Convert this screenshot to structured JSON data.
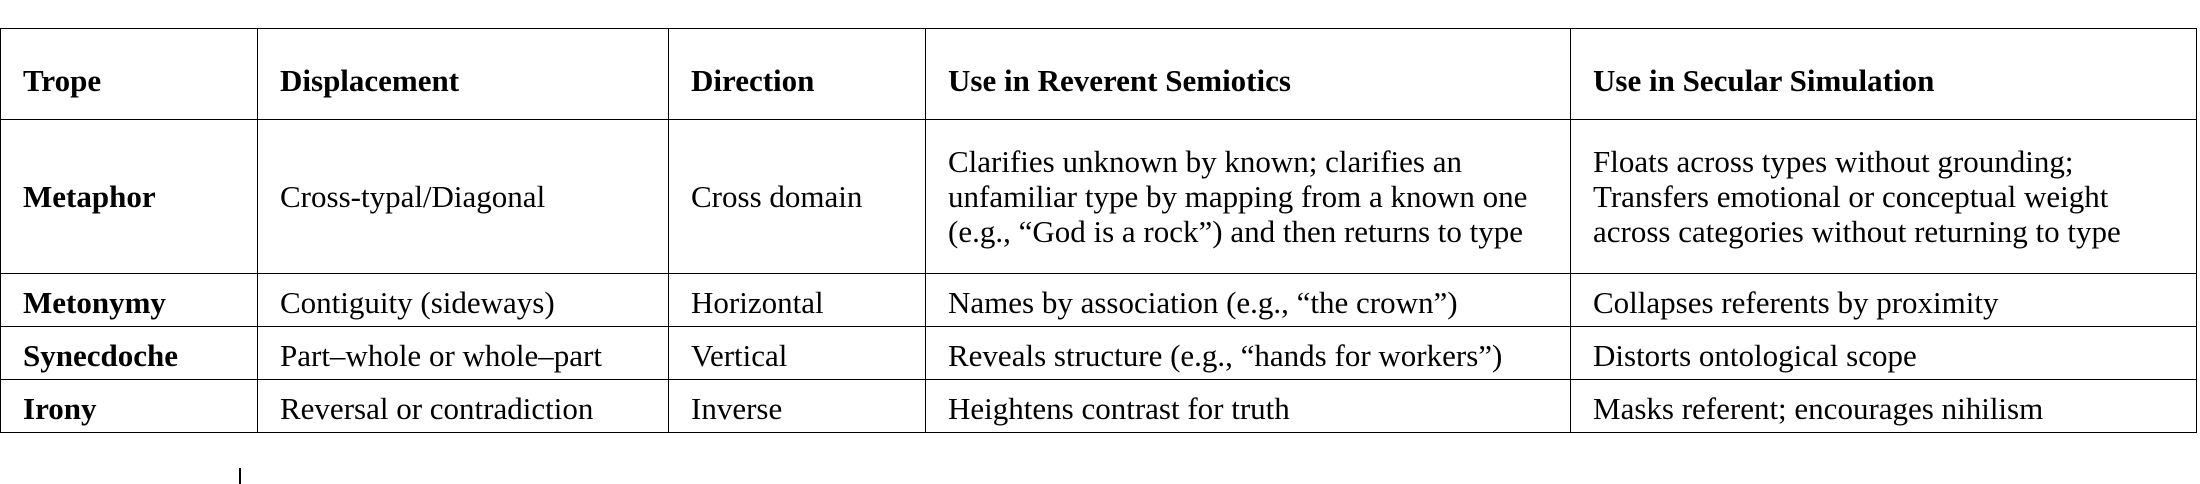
{
  "table": {
    "headers": [
      "Trope",
      "Displacement",
      "Direction",
      "Use in Reverent Semiotics",
      "Use in Secular Simulation"
    ],
    "rows": [
      {
        "trope": "Metaphor",
        "displacement": "Cross-typal/Diagonal",
        "direction": "Cross domain",
        "reverent": "Clarifies unknown by known; clarifies an unfamiliar type by mapping from a known one (e.g., “God is a rock”) and then returns to type",
        "secular": "Floats across types without grounding; Transfers emotional or conceptual weight across categories without returning to type"
      },
      {
        "trope": "Metonymy",
        "displacement": "Contiguity (sideways)",
        "direction": "Horizontal",
        "reverent": "Names by association (e.g., “the crown”)",
        "secular": "Collapses referents by proximity"
      },
      {
        "trope": "Synecdoche",
        "displacement": "Part–whole or whole–part",
        "direction": "Vertical",
        "reverent": "Reveals structure (e.g., “hands for workers”)",
        "secular": "Distorts ontological scope"
      },
      {
        "trope": "Irony",
        "displacement": "Reversal or contradiction",
        "direction": "Inverse",
        "reverent": "Heightens contrast for truth",
        "secular": "Masks referent; encourages nihilism"
      }
    ]
  }
}
